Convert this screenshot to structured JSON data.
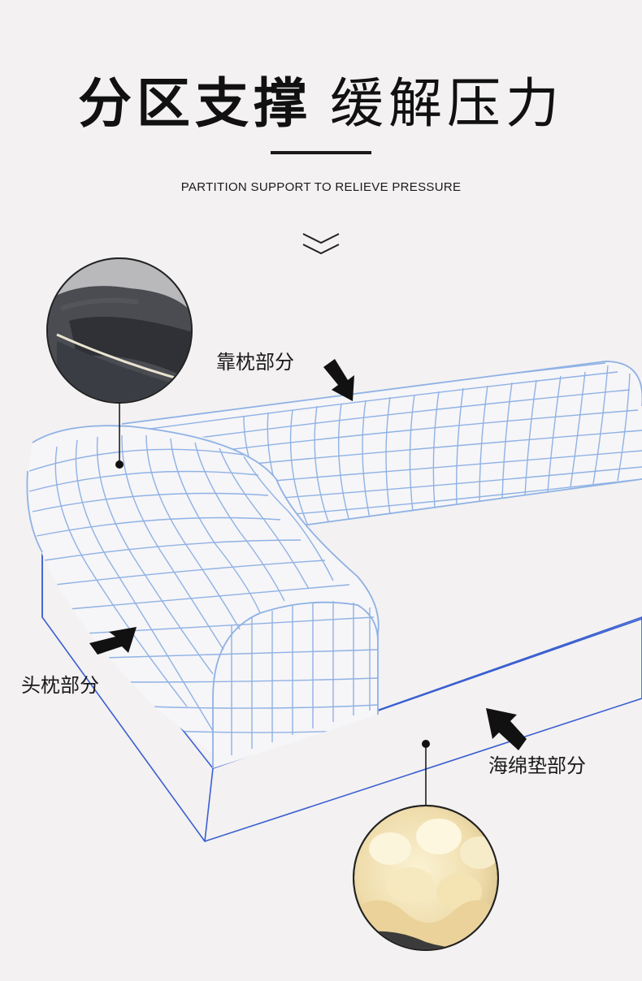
{
  "header": {
    "title_bold": "分区支撑",
    "title_light": "缓解压力",
    "subtitle": "PARTITION SUPPORT TO RELIEVE PRESSURE"
  },
  "callouts": {
    "backrest": "靠枕部分",
    "headrest": "头枕部分",
    "foam": "海绵垫部分"
  },
  "icons": {
    "scroll_hint": "double-chevron-down-icon",
    "arrow": "pointer-arrow-icon"
  },
  "colors": {
    "background": "#f3f1f2",
    "wire_light": "#8fb2e4",
    "wire_dark": "#3a5fd0",
    "text": "#111111",
    "plush": "#3b3d42",
    "foam": "#f2e3b8"
  }
}
